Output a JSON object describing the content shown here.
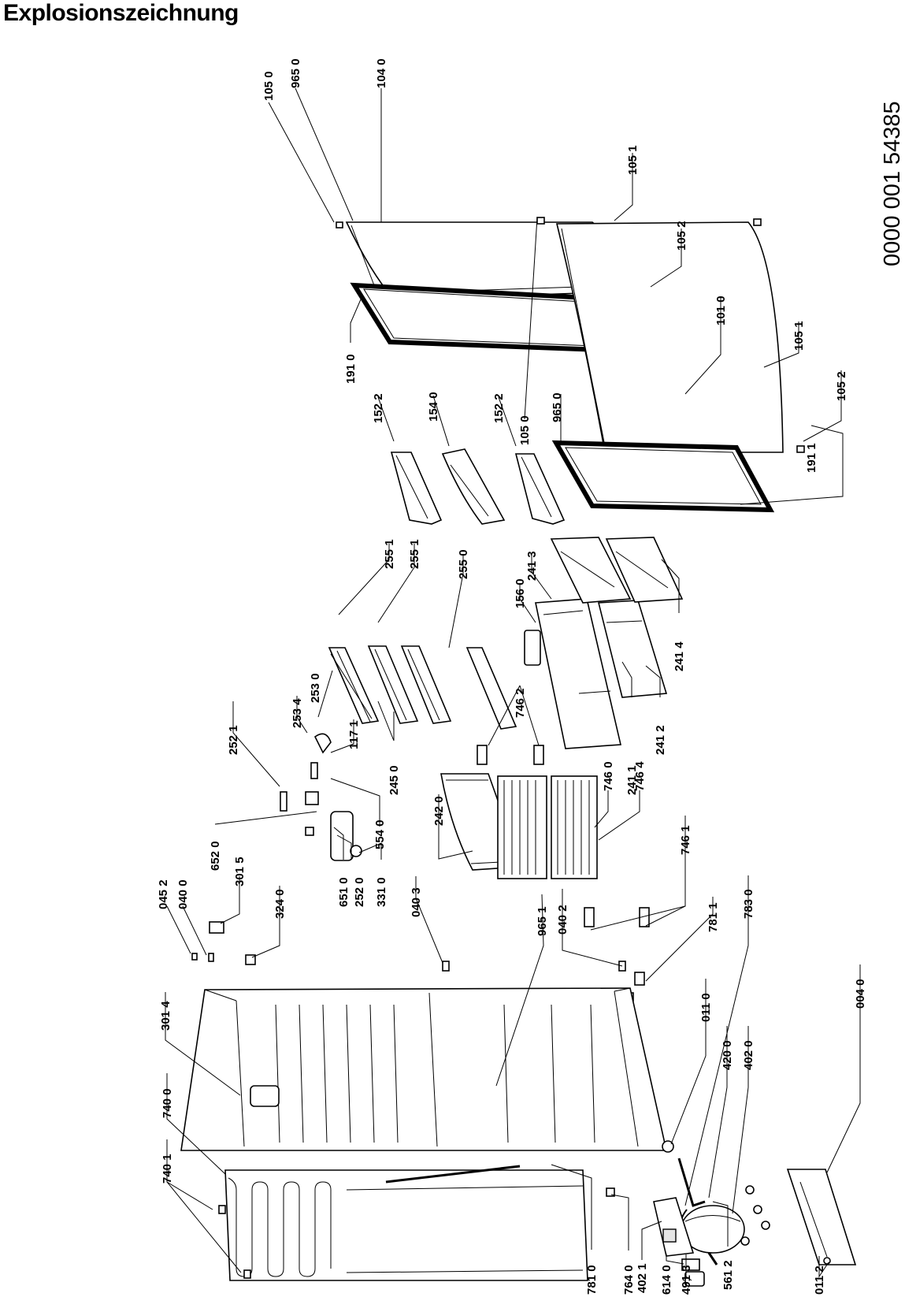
{
  "header": {
    "title": "Explosionszeichnung",
    "doc_number": "0000 001 54385"
  },
  "labels": {
    "l1050a": "105 0",
    "l9650a": "965 0",
    "l1040": "104 0",
    "l1051a": "105 1",
    "l1052a": "105 2",
    "l1910": "191 0",
    "l1010": "101 0",
    "l1051b": "105 1",
    "l1052b": "105 2",
    "l1522a": "152 2",
    "l1540": "154 0",
    "l1522b": "152 2",
    "l1050b": "105 0",
    "l9650b": "965 0",
    "l1911": "191 1",
    "l2551a": "255 1",
    "l2551b": "255 1",
    "l2550": "255 0",
    "l2413": "241 3",
    "l1560": "156 0",
    "l2414": "241 4",
    "l2521": "252 1",
    "l2534": "253 4",
    "l2530": "253 0",
    "l1171": "117 1",
    "l2450": "245 0",
    "l7462": "746 2",
    "l2411": "241 1",
    "l2412": "241 2",
    "l0452": "045 2",
    "l0400": "040 0",
    "l3015": "301 5",
    "l6520": "652 0",
    "l5540": "554 0",
    "l2420": "242 0",
    "l7460": "746 0",
    "l7464": "746 4",
    "l3240": "324 0",
    "l6510": "651 0",
    "l2520": "252 0",
    "l3310": "331 0",
    "l0403": "040 3",
    "l9651": "965 1",
    "l0402": "040 2",
    "l7461": "746 1",
    "l7811": "781 1",
    "l7830": "783 0",
    "l3014": "301 4",
    "l0110": "011 0",
    "l4200": "420 0",
    "l4020": "402 0",
    "l0040": "004 0",
    "l7400": "740 0",
    "l7401": "740 1",
    "l4021": "402 1",
    "l7810": "781 0",
    "l7640": "764 0",
    "l6140": "614 0",
    "l4913": "491 3",
    "l5612": "561 2",
    "l0112": "011 2"
  }
}
